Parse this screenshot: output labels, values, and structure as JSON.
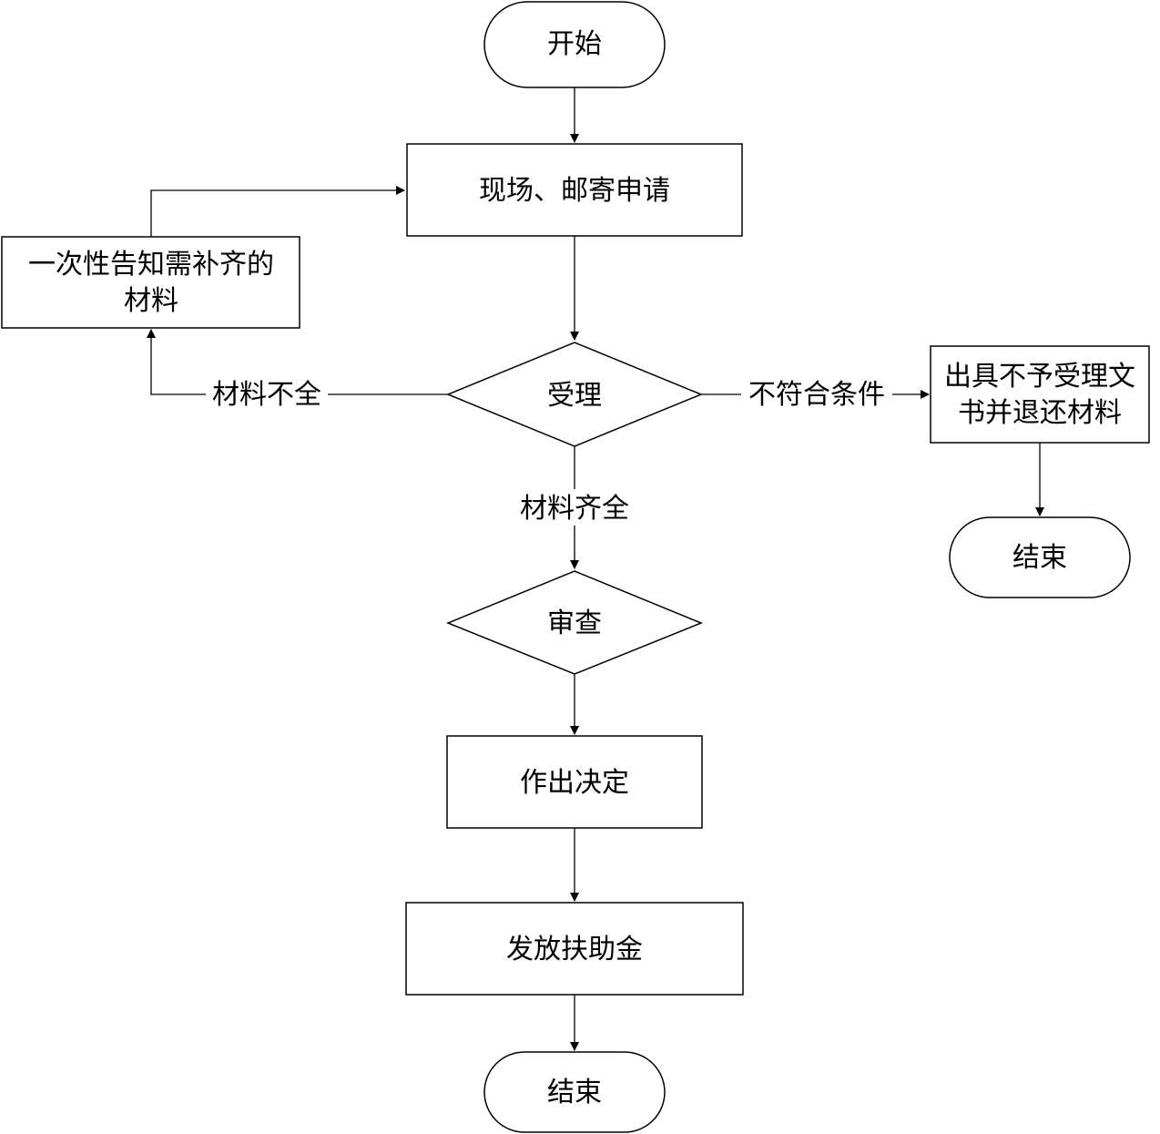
{
  "nodes": {
    "start": "开始",
    "apply": "现场、邮寄申请",
    "supplement_line1": "一次性告知需补齐的",
    "supplement_line2": "材料",
    "accept": "受理",
    "reject_line1": "出具不予受理文",
    "reject_line2": "书并退还材料",
    "end_right": "结束",
    "review": "审查",
    "decide": "作出决定",
    "issue": "发放扶助金",
    "end_bottom": "结束"
  },
  "edges": {
    "incomplete": "材料不全",
    "ineligible": "不符合条件",
    "complete": "材料齐全"
  }
}
